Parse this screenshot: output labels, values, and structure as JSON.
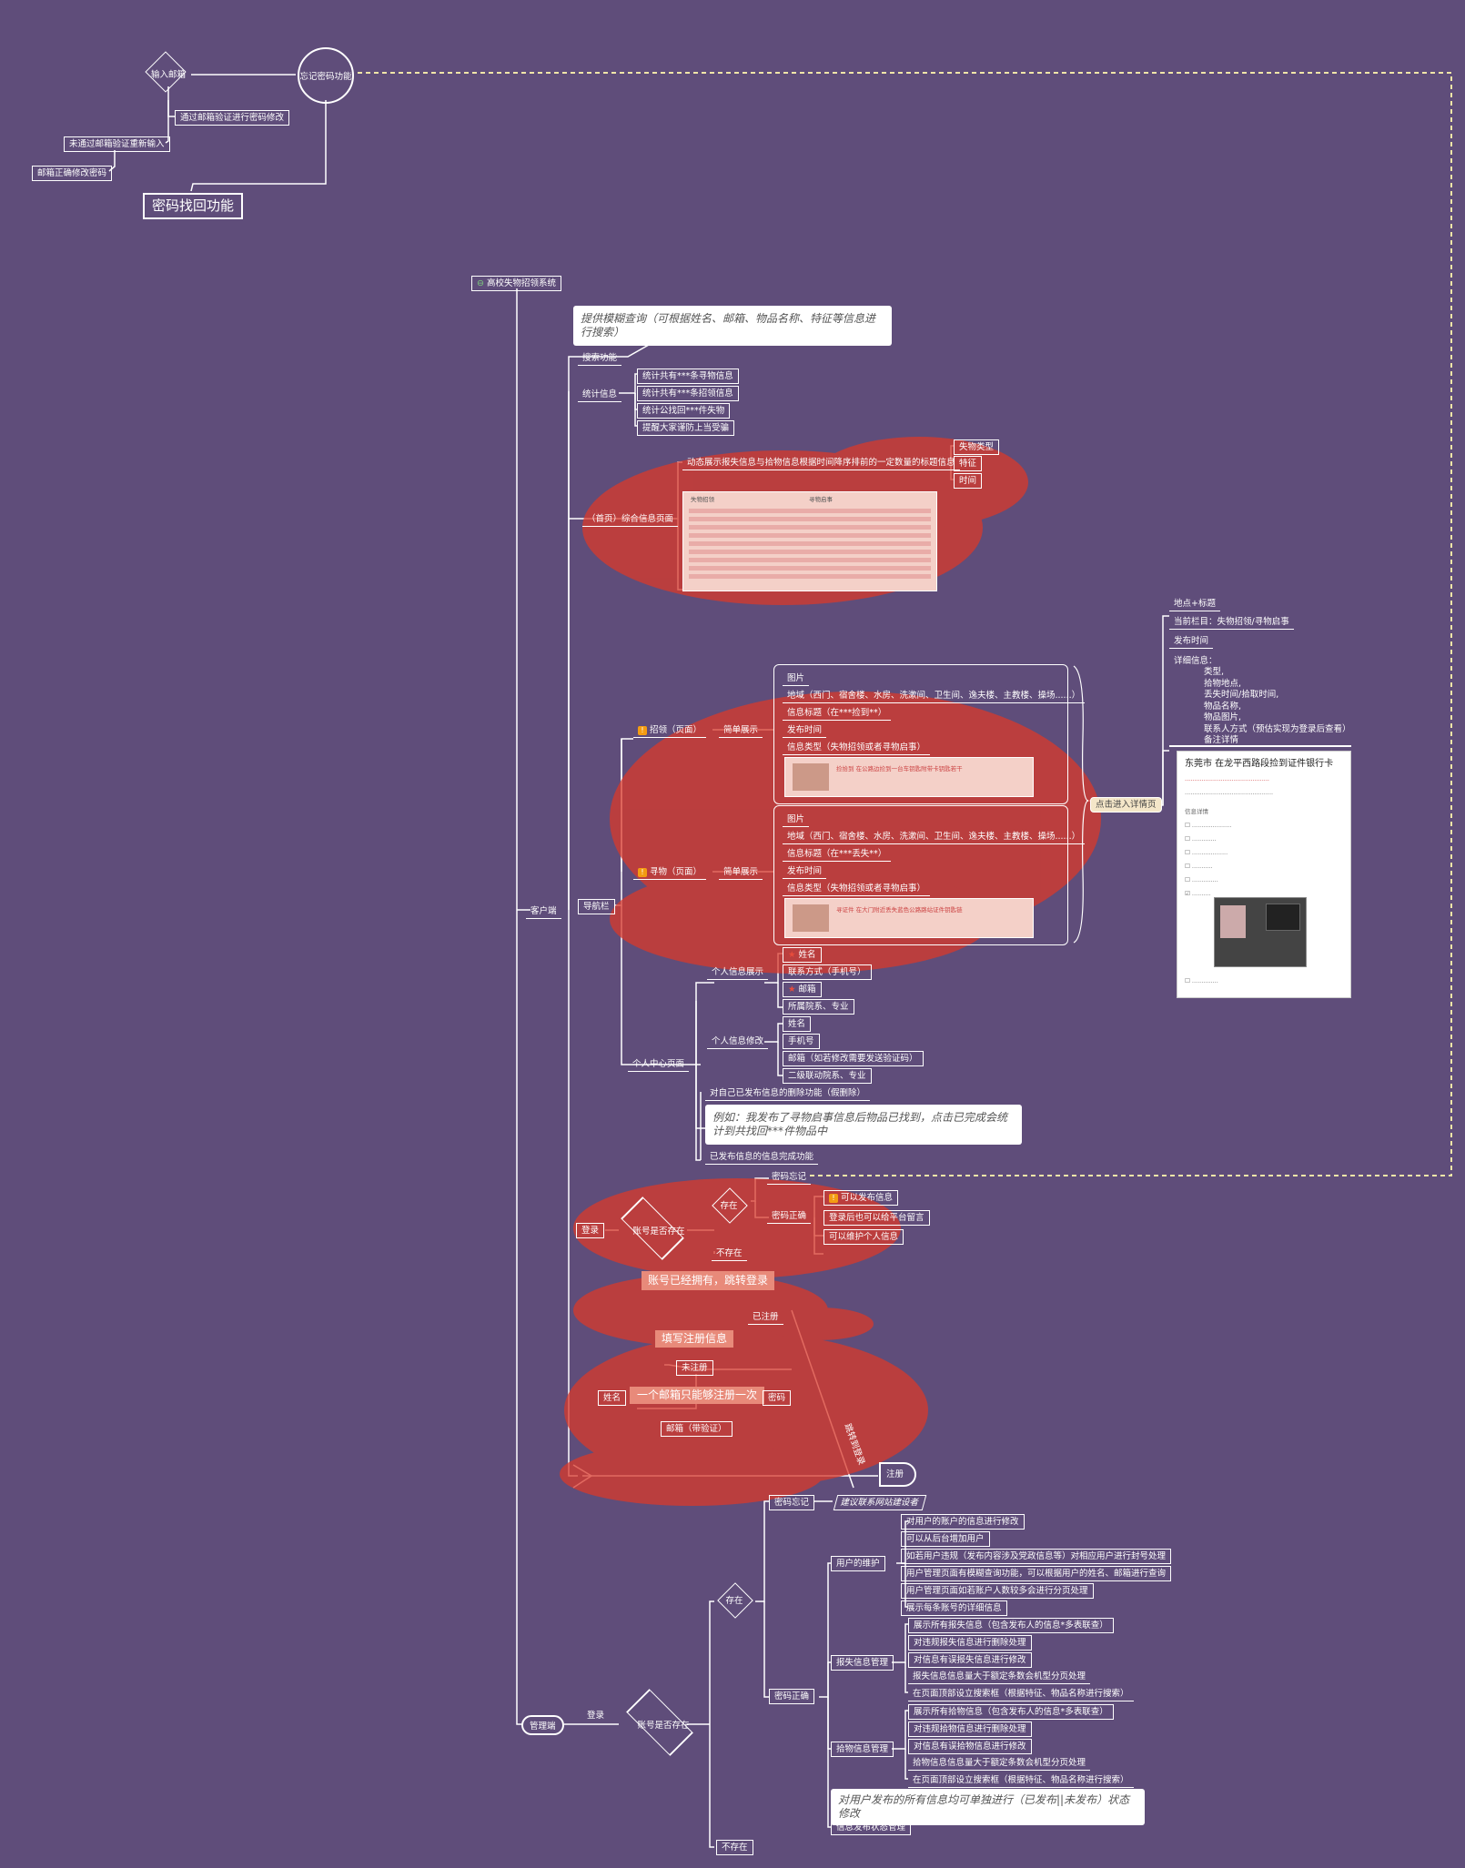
{
  "forgot": {
    "input_email": "输入邮箱",
    "forgot_fn": "忘记密码功能",
    "verify_modify": "通过邮箱验证进行密码修改",
    "re_input": "未通过邮箱验证重新输入",
    "email_ok": "邮箱正确修改密码",
    "title": "密码找回功能"
  },
  "root": "高校失物招领系统",
  "search": {
    "callout": "提供模糊查询（可根据姓名、邮箱、物品名称、特征等信息进行搜索）",
    "label": "搜索功能"
  },
  "stats": {
    "label": "统计信息",
    "items": [
      "统计共有***条寻物信息",
      "统计共有***条招领信息",
      "统计公找回***件失物",
      "提醒大家谨防上当受骗"
    ]
  },
  "homepage": {
    "label": "（首页）综合信息页面",
    "desc": "动态展示报失信息与拾物信息根据时间降序排前的一定数量的标题信息",
    "tags": [
      "失物类型",
      "特征",
      "时间"
    ],
    "col_left": "失物招领",
    "col_right": "寻物启事"
  },
  "nav": {
    "label": "导航栏",
    "client": "客户端"
  },
  "zhaoling": {
    "page": "招领（页面）",
    "simple": "简单展示",
    "rows": [
      "图片",
      "地域（西门、宿舍楼、水房、洗漱间、卫生间、逸夫楼、主教楼、操场......）",
      "信息标题（在***捡到**）",
      "发布时间",
      "信息类型（失物招领或者寻物启事）"
    ],
    "thumb_title": "捡拾到 在公路边捡到一台车钥匙附带卡钥匙若干"
  },
  "xunwu": {
    "page": "寻物（页面）",
    "simple": "简单展示",
    "rows": [
      "图片",
      "地域（西门、宿舍楼、水房、洗漱间、卫生间、逸夫楼、主教楼、操场......）",
      "信息标题（在***丢失**）",
      "发布时间",
      "信息类型（失物招领或者寻物启事）"
    ],
    "thumb_title": "寻证件 在大门附近丢失蓝色公路路站证件钥匙链"
  },
  "detail": {
    "enter": "点击进入详情页",
    "fields": [
      "地点+标题",
      "当前栏目：失物招领/寻物启事",
      "发布时间"
    ],
    "detail_label": "详细信息：",
    "detail_items": "类型,\n拾物地点,\n丢失时间/拾取时间,\n物品名称,\n物品图片,\n联系人方式（预估实现为登录后查看）\n备注详情",
    "card_title": "东莞市 在龙平西路段捡到证件银行卡",
    "card_sub": "信息详情"
  },
  "personal": {
    "center": "个人中心页面",
    "show": "个人信息展示",
    "show_items": [
      "姓名",
      "联系方式（手机号）",
      "邮箱",
      "所属院系、专业"
    ],
    "edit": "个人信息修改",
    "edit_items": [
      "姓名",
      "手机号",
      "邮箱（如若修改需要发送验证码）",
      "二级联动院系、专业"
    ],
    "delete": "对自己已发布信息的删除功能（假删除）",
    "callout": "例如：我发布了寻物启事信息后物品已找到，点击已完成会统计到共找回***件物品中",
    "complete": "已发布信息的信息完成功能"
  },
  "login": {
    "label": "登录",
    "account_exists": "账号是否存在",
    "exists": "存在",
    "forgot_pw": "密码忘记",
    "pw_ok": "密码正确",
    "can_publish": "可以发布信息",
    "can_comment": "登录后也可以给平台留言",
    "can_maintain": "可以维护个人信息",
    "not_exists": "不存在",
    "already": "账号已经拥有，跳转登录",
    "registered": "已注册",
    "fill_info": "填写注册信息",
    "unregistered": "未注册",
    "name": "姓名",
    "one_email": "一个邮箱只能够注册一次",
    "password": "密码",
    "email_verify": "邮箱（带验证）",
    "jump": "跳转到登录",
    "register": "注册"
  },
  "admin": {
    "label": "管理端",
    "login": "登录",
    "account_exists": "账号是否存在",
    "exists": "存在",
    "not_exists": "不存在",
    "forgot": "密码忘记",
    "suggest": "建议联系网站建设者",
    "pw_ok": "密码正确",
    "user_maint": "用户的维护",
    "user_items": [
      "对用户的账户的信息进行修改",
      "可以从后台增加用户",
      "如若用户违规（发布内容涉及党政信息等）对相应用户进行封号处理",
      "用户管理页面有模糊查询功能，可以根据用户的姓名、邮箱进行查询",
      "用户管理页面如若账户人数较多会进行分页处理",
      "展示每条账号的详细信息"
    ],
    "lost_mgmt": "报失信息管理",
    "lost_items": [
      "展示所有报失信息（包含发布人的信息*多表联查）",
      "对违规报失信息进行删除处理",
      "对信息有误报失信息进行修改",
      "报失信息信息量大于额定条数会机型分页处理",
      "在页面顶部设立搜索框（根据特征、物品名称进行搜索）"
    ],
    "found_mgmt": "拾物信息管理",
    "found_items": [
      "展示所有拾物信息（包含发布人的信息*多表联查）",
      "对违规拾物信息进行删除处理",
      "对信息有误拾物信息进行修改",
      "拾物信息信息量大于额定条数会机型分页处理",
      "在页面顶部设立搜索框（根据特征、物品名称进行搜索）"
    ],
    "status_callout": "对用户发布的所有信息均可单独进行（已发布||未发布）状态修改",
    "status_mgmt": "信息发布状态管理"
  },
  "colors": {
    "bg": "#5f4d7a",
    "line": "#ffffff",
    "highlight": "#d9392b",
    "dashed": "#f1e6a8"
  }
}
